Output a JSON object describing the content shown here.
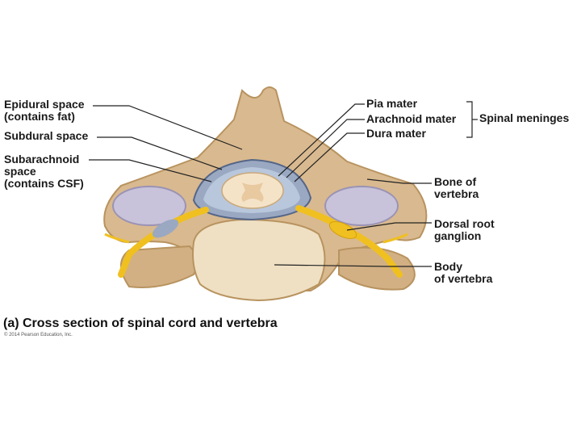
{
  "labels": {
    "epidural": "Epidural space\n(contains fat)",
    "subdural": "Subdural space",
    "subarachnoid": "Subarachnoid\nspace\n(contains CSF)",
    "pia": "Pia mater",
    "arachnoid": "Arachnoid mater",
    "dura": "Dura mater",
    "meninges": "Spinal meninges",
    "bone": "Bone of\nvertebra",
    "ganglion": "Dorsal root\nganglion",
    "body": "Body\nof vertebra"
  },
  "caption": "(a) Cross section of spinal cord and vertebra",
  "copyright": "© 2014 Pearson Education, Inc.",
  "colors": {
    "bone": "#d9b98f",
    "bone_dark": "#b8935f",
    "body": "#efe0c3",
    "nerve": "#f0c020",
    "dura": "#9aa8c2",
    "disc": "#c8c2da",
    "cord": "#f5e3c8"
  }
}
